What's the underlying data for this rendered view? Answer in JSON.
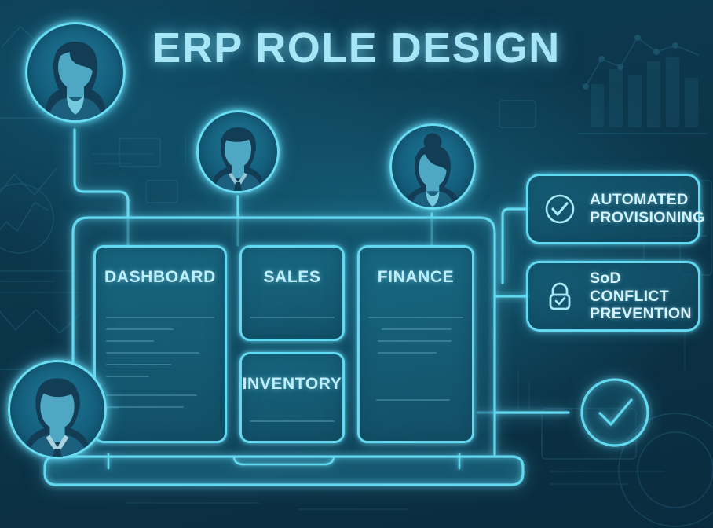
{
  "title": "ERP ROLE DESIGN",
  "accent": {
    "cyan": "#62d9f0",
    "text_light": "#d4f3fd",
    "panel_fill": "#156079",
    "background": "#0d3b52"
  },
  "device": {
    "name": "laptop",
    "label": "ERP system laptop"
  },
  "modules": [
    {
      "id": "dashboard",
      "label": "DASHBOARD",
      "line_count": 7
    },
    {
      "id": "sales",
      "label": "SALES",
      "line_count": 1
    },
    {
      "id": "inventory",
      "label": "INVENTORY",
      "line_count": 1
    },
    {
      "id": "finance",
      "label": "FINANCE",
      "line_count": 5
    }
  ],
  "users": [
    {
      "id": "user-1",
      "icon": "female-avatar-icon",
      "linked_module": "dashboard"
    },
    {
      "id": "user-2",
      "icon": "male-avatar-icon",
      "linked_module": "sales"
    },
    {
      "id": "user-3",
      "icon": "female-bun-avatar-icon",
      "linked_module": "finance"
    },
    {
      "id": "user-4",
      "icon": "male-suit-avatar-icon",
      "linked_module": "dashboard"
    }
  ],
  "features": [
    {
      "id": "automated-provisioning",
      "icon": "check-circle-icon",
      "line1": "AUTOMATED",
      "line2": "PROVISIONING"
    },
    {
      "id": "sod-conflict-prevention",
      "icon": "lock-check-icon",
      "line1": "SoD CONFLICT",
      "line2": "PREVENTION"
    }
  ],
  "status_badge": {
    "id": "approved-check",
    "icon": "check-circle-icon"
  }
}
